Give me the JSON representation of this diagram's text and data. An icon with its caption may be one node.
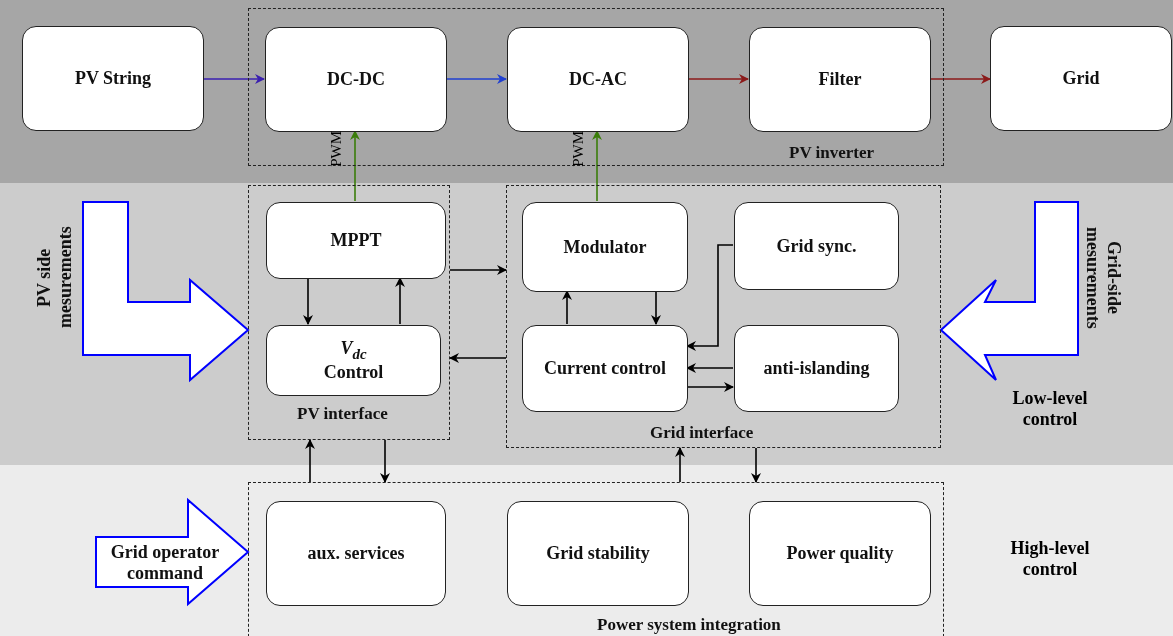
{
  "diagram": {
    "nodes": [
      {
        "text": [
          "PV inverter"
        ]
      },
      {
        "text": [
          "PV String"
        ]
      },
      {
        "text": [
          "DC-DC"
        ],
        "in": 0
      },
      {
        "text": [
          "DC-AC"
        ],
        "in": 0
      },
      {
        "text": [
          "Filter"
        ],
        "in": 0
      },
      {
        "text": [
          "Grid"
        ]
      },
      {
        "text": [
          "PV interface"
        ]
      },
      {
        "text": [
          "MPPT"
        ],
        "in": 6
      },
      {
        "text": [
          "*V*$_{dc}$ Control"
        ],
        "in": 6
      },
      {
        "text": [
          "Grid interface"
        ]
      },
      {
        "text": [
          "Modulator"
        ],
        "in": 9
      },
      {
        "text": [
          "Grid sync."
        ],
        "in": 9
      },
      {
        "text": [
          "Current control"
        ],
        "in": 9
      },
      {
        "text": [
          "anti-islanding"
        ],
        "in": 9
      },
      {
        "text": [
          "Power system integration"
        ]
      },
      {
        "text": [
          "aux. services"
        ],
        "in": 14
      },
      {
        "text": [
          "Grid stability"
        ],
        "in": 14
      },
      {
        "text": [
          "Power quality"
        ],
        "in": 14
      },
      {
        "text": [
          "PV side mesurements"
        ]
      },
      {
        "text": [
          "Grid-side mesurements"
        ]
      },
      {
        "text": [
          "Grid operator command"
        ]
      }
    ],
    "edges": [
      {
        "from": 1,
        "to": 2,
        "arrow": "to",
        "color": "#3a1fb0"
      },
      {
        "from": 2,
        "to": 3,
        "arrow": "to",
        "color": "#1f3fd0"
      },
      {
        "from": 3,
        "to": 4,
        "arrow": "to",
        "color": "#8b1a1a"
      },
      {
        "from": 4,
        "to": 5,
        "arrow": "to",
        "color": "#8b1a1a"
      },
      {
        "from": 7,
        "to": 2,
        "arrow": "to",
        "label": "PWM",
        "color": "#3a7d0a"
      },
      {
        "from": 10,
        "to": 3,
        "arrow": "to",
        "label": "PWM",
        "color": "#3a7d0a"
      },
      {
        "from": 7,
        "to": 8,
        "arrow": "to"
      },
      {
        "from": 8,
        "to": 7,
        "arrow": "to"
      },
      {
        "from": 6,
        "to": 9,
        "arrow": "to"
      },
      {
        "from": 9,
        "to": 6,
        "arrow": "to"
      },
      {
        "from": 12,
        "to": 10,
        "arrow": "to"
      },
      {
        "from": 10,
        "to": 12,
        "arrow": "to"
      },
      {
        "from": 11,
        "to": 12,
        "arrow": "to"
      },
      {
        "from": 13,
        "to": 12,
        "arrow": "to"
      },
      {
        "from": 12,
        "to": 13,
        "arrow": "to"
      },
      {
        "from": 14,
        "to": 6,
        "arrow": "to"
      },
      {
        "from": 6,
        "to": 14,
        "arrow": "to"
      },
      {
        "from": 14,
        "to": 9,
        "arrow": "to"
      },
      {
        "from": 9,
        "to": 14,
        "arrow": "to"
      },
      {
        "from": 18,
        "to": 6,
        "arrow": "to",
        "style": "thick",
        "color": "#0000ff"
      },
      {
        "from": 19,
        "to": 9,
        "arrow": "to",
        "style": "thick",
        "color": "#0000ff"
      },
      {
        "from": 20,
        "to": 14,
        "arrow": "to",
        "style": "thick",
        "color": "#0000ff"
      }
    ],
    "labels": [
      "Low-level control",
      "High-level control"
    ]
  }
}
